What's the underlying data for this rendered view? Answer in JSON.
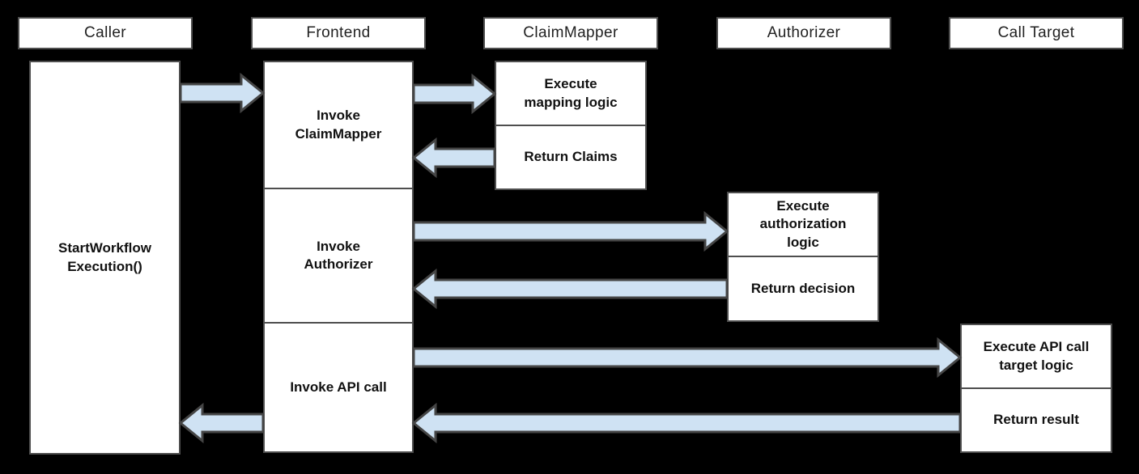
{
  "colors": {
    "background": "#000000",
    "box_fill": "#ffffff",
    "box_border": "#4e4e4e",
    "arrow_fill": "#cfe2f3",
    "arrow_stroke": "#454545",
    "text": "#111111"
  },
  "lifelines": [
    {
      "id": "caller",
      "label": "Caller"
    },
    {
      "id": "frontend",
      "label": "Frontend"
    },
    {
      "id": "claim_mapper",
      "label": "ClaimMapper"
    },
    {
      "id": "authorizer",
      "label": "Authorizer"
    },
    {
      "id": "call_target",
      "label": "Call Target"
    }
  ],
  "activations": {
    "caller": {
      "label": "StartWorkflow Execution()"
    },
    "frontend": [
      {
        "label": "Invoke ClaimMapper"
      },
      {
        "label": "Invoke Authorizer"
      },
      {
        "label": "Invoke API call"
      }
    ],
    "claim_mapper": [
      {
        "label": "Execute mapping logic"
      },
      {
        "label": "Return Claims"
      }
    ],
    "authorizer": [
      {
        "label": "Execute authorization logic"
      },
      {
        "label": "Return decision"
      }
    ],
    "call_target": [
      {
        "label": "Execute API call target logic"
      },
      {
        "label": "Return result"
      }
    ]
  },
  "messages": [
    {
      "from": "caller",
      "to": "frontend"
    },
    {
      "from": "frontend",
      "to": "claim_mapper"
    },
    {
      "from": "claim_mapper",
      "to": "frontend"
    },
    {
      "from": "frontend",
      "to": "authorizer"
    },
    {
      "from": "authorizer",
      "to": "frontend"
    },
    {
      "from": "frontend",
      "to": "call_target"
    },
    {
      "from": "call_target",
      "to": "frontend"
    },
    {
      "from": "frontend",
      "to": "caller"
    }
  ]
}
